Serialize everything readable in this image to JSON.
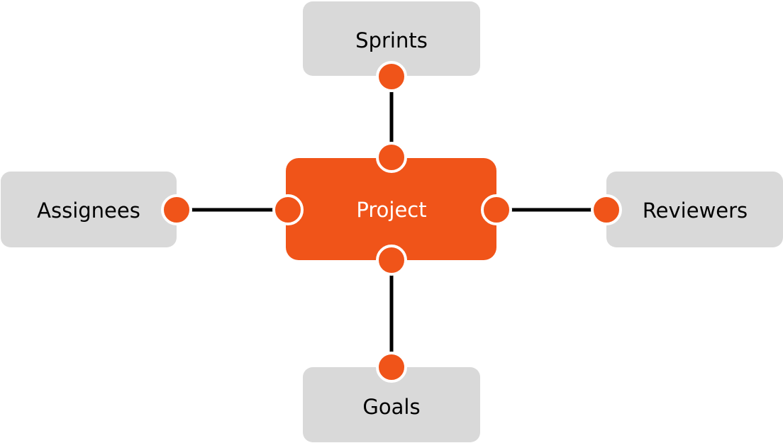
{
  "diagram": {
    "center": {
      "label": "Project"
    },
    "top": {
      "label": "Sprints"
    },
    "left": {
      "label": "Assignees"
    },
    "right": {
      "label": "Reviewers"
    },
    "bottom": {
      "label": "Goals"
    }
  },
  "colors": {
    "accent": "#F05419",
    "node_fill": "#D9D9D9",
    "connector": "#000000",
    "text_dark": "#000000",
    "text_light": "#FFFFFF"
  }
}
